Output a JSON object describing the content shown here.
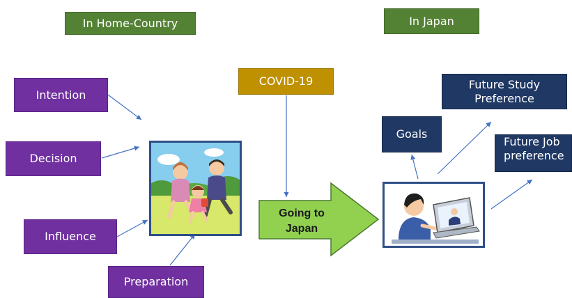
{
  "headers": {
    "home": "In Home-Country",
    "japan": "In Japan"
  },
  "factors": {
    "intention": "Intention",
    "decision": "Decision",
    "influence": "Influence",
    "preparation": "Preparation"
  },
  "event": "COVID-19",
  "transition": {
    "line1": "Going to",
    "line2": "Japan"
  },
  "outcomes": {
    "goals": "Goals",
    "study_line1": "Future Study",
    "study_line2": "Preference",
    "job_line1": "Future Job",
    "job_line2": "preference"
  },
  "colors": {
    "green": "#548235",
    "purple": "#7030a0",
    "navy": "#1f3864",
    "gold": "#bf9000",
    "arrow_fill": "#92d050",
    "connector": "#4472c4"
  },
  "images": {
    "left": "family-running-illustration",
    "right": "student-online-class-illustration"
  }
}
